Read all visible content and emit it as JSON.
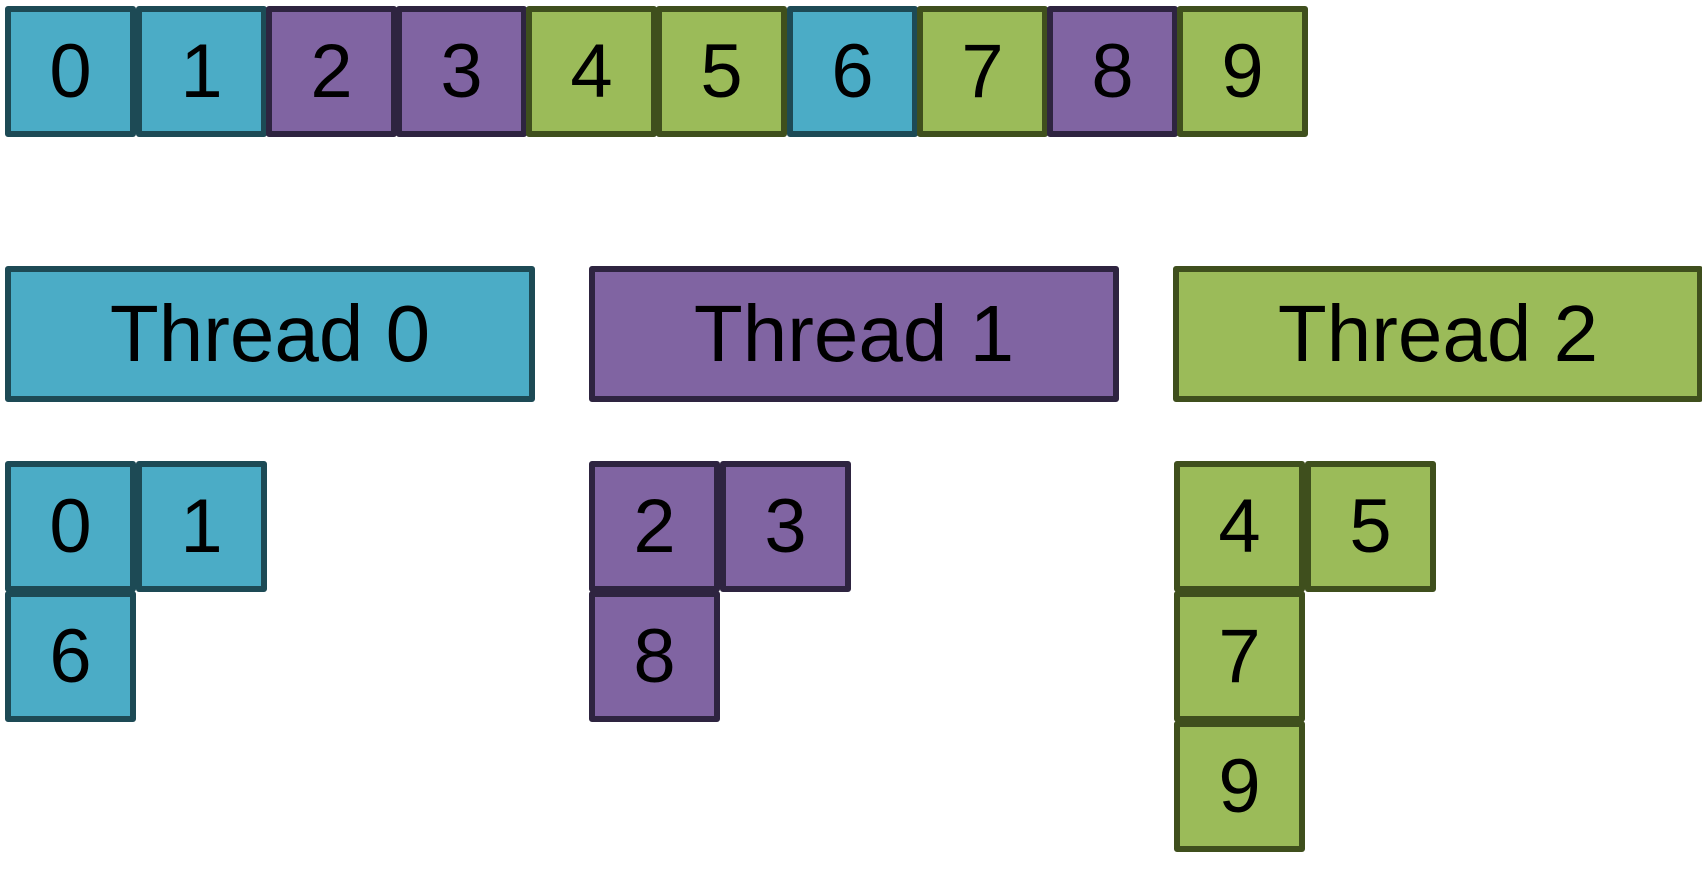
{
  "colors": {
    "thread0_fill": "#4bacc6",
    "thread0_border": "#1d4a55",
    "thread1_fill": "#8064a2",
    "thread1_border": "#2e2440",
    "thread2_fill": "#9bbb59",
    "thread2_border": "#3f4f1d"
  },
  "array": {
    "items": [
      {
        "label": "0",
        "thread": 0
      },
      {
        "label": "1",
        "thread": 0
      },
      {
        "label": "2",
        "thread": 1
      },
      {
        "label": "3",
        "thread": 1
      },
      {
        "label": "4",
        "thread": 2
      },
      {
        "label": "5",
        "thread": 2
      },
      {
        "label": "6",
        "thread": 0
      },
      {
        "label": "7",
        "thread": 2
      },
      {
        "label": "8",
        "thread": 1
      },
      {
        "label": "9",
        "thread": 2
      }
    ]
  },
  "threads": [
    {
      "label": "Thread 0",
      "items": [
        "0",
        "1",
        "6"
      ]
    },
    {
      "label": "Thread 1",
      "items": [
        "2",
        "3",
        "8"
      ]
    },
    {
      "label": "Thread 2",
      "items": [
        "4",
        "5",
        "7",
        "9"
      ]
    }
  ]
}
